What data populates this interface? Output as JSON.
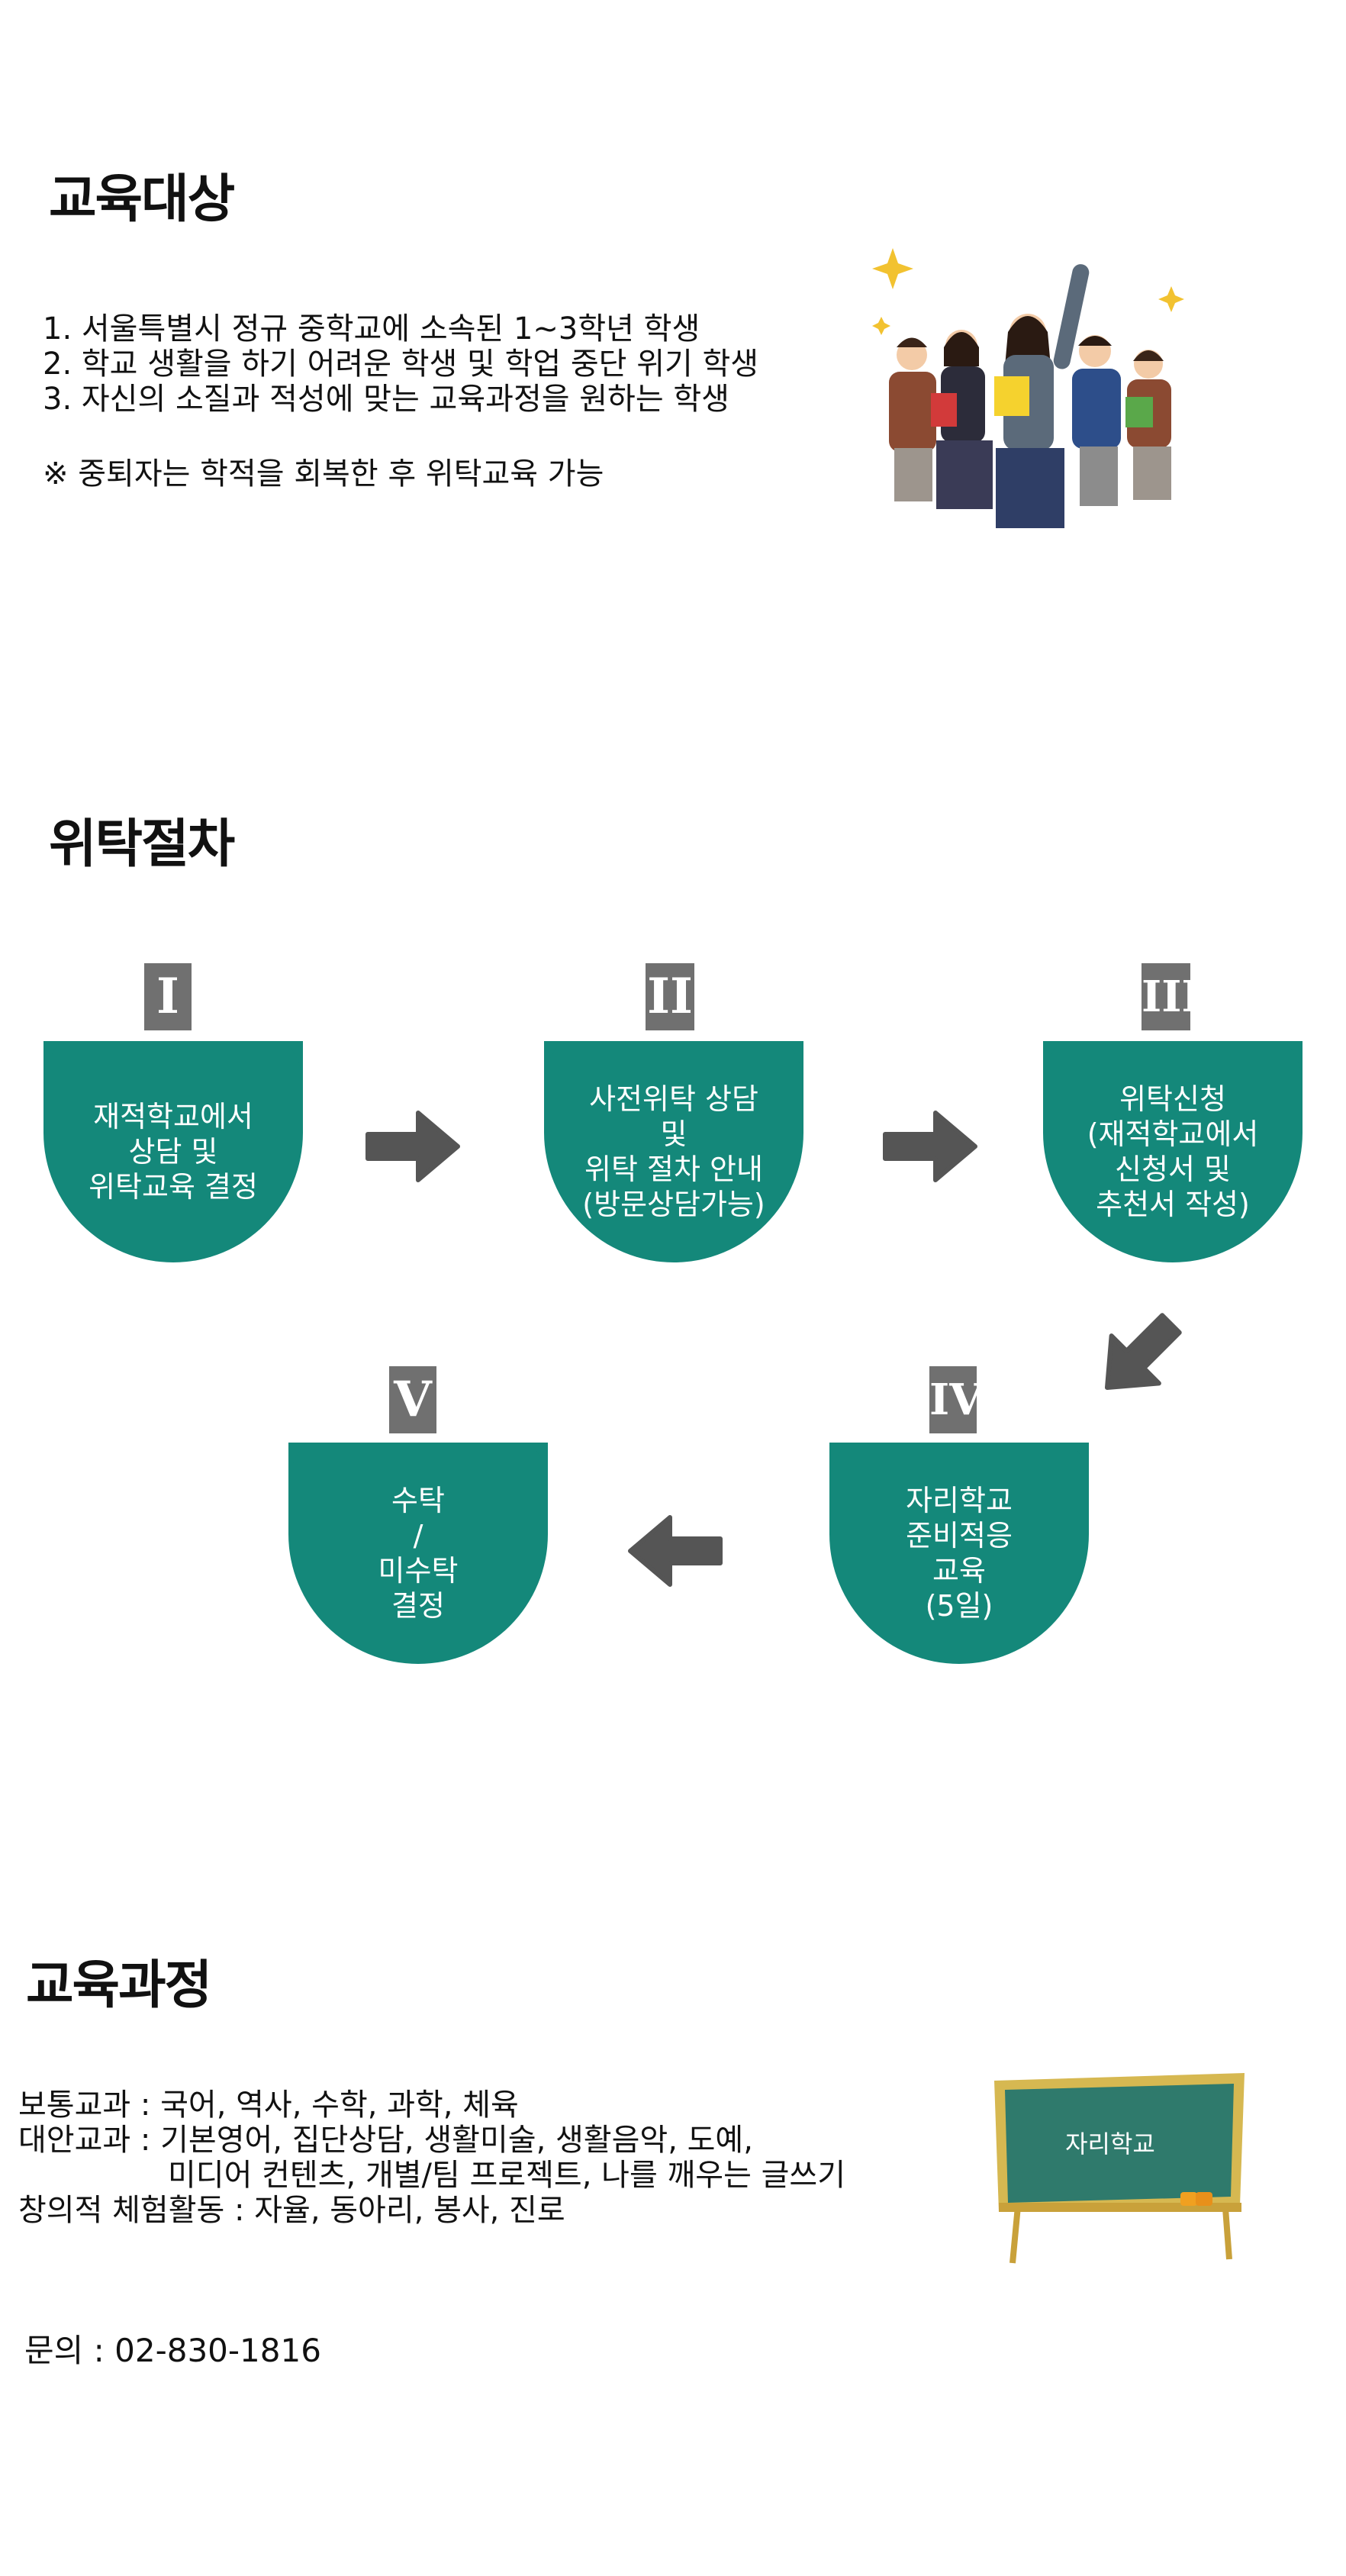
{
  "section1": {
    "heading": "교육대상",
    "items": [
      "1. 서울특별시 정규 중학교에 소속된 1~3학년 학생",
      "2. 학교 생활을 하기 어려운 학생 및 학업 중단 위기 학생",
      "3. 자신의 소질과 적성에 맞는 교육과정을 원하는 학생"
    ],
    "note": "※ 중퇴자는 학적을 회복한 후 위탁교육 가능"
  },
  "section2": {
    "heading": "위탁절차",
    "steps": [
      {
        "numeral": "I",
        "lines": [
          "재적학교에서",
          "상담 및",
          "위탁교육 결정"
        ]
      },
      {
        "numeral": "II",
        "lines": [
          "사전위탁 상담",
          "및",
          "위탁 절차 안내",
          "(방문상담가능)"
        ]
      },
      {
        "numeral": "III",
        "lines": [
          "위탁신청",
          "(재적학교에서",
          "신청서 및",
          "추천서 작성)"
        ]
      },
      {
        "numeral": "IV",
        "lines": [
          "자리학교",
          "준비적응",
          "교육",
          "(5일)"
        ]
      },
      {
        "numeral": "V",
        "lines": [
          "수탁",
          "/",
          "미수탁",
          "결정"
        ]
      }
    ]
  },
  "section3": {
    "heading": "교육과정",
    "lines": [
      "보통교과 : 국어, 역사, 수학, 과학, 체육",
      "대안교과 : 기본영어, 집단상담, 생활미술, 생활음악, 도예,",
      "미디어 컨텐츠, 개별/팀 프로젝트, 나를 깨우는 글쓰기",
      "창의적 체험활동 : 자율, 동아리, 봉사, 진로"
    ],
    "chalkboard_text": "자리학교",
    "contact": "문의 : 02-830-1816"
  },
  "colors": {
    "teal": "#14887a",
    "badge": "#707070",
    "arrow": "#555555"
  }
}
